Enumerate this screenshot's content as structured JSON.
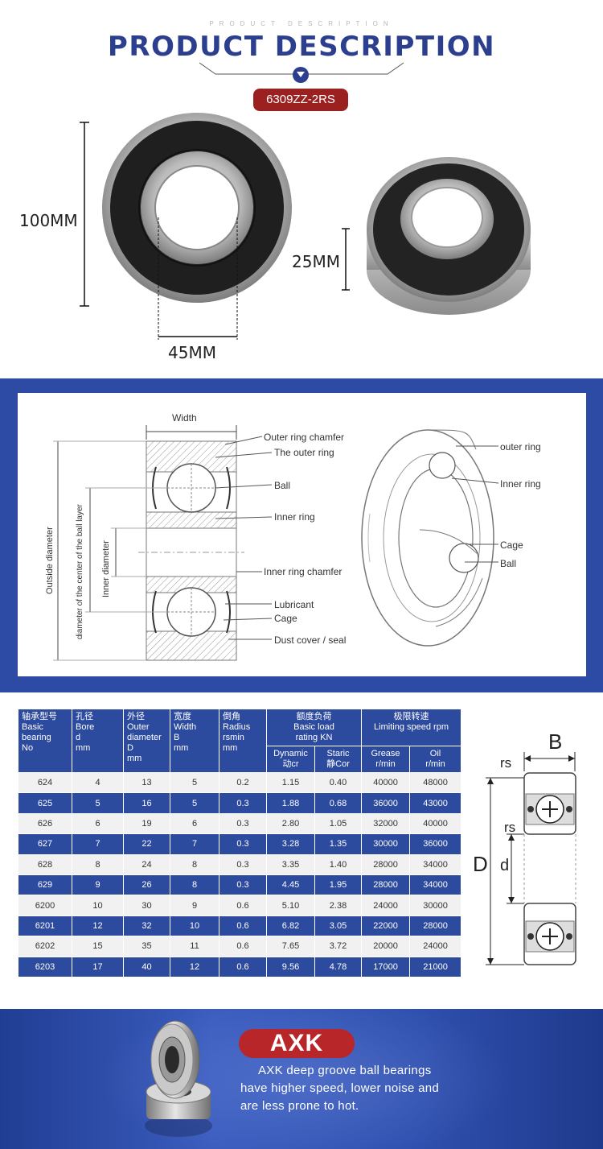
{
  "header": {
    "eyebrow": "PRODUCT DESCRIPTION",
    "title": "PRODUCT DESCRIPTION",
    "model": "6309ZZ-2RS"
  },
  "photo_dims": {
    "outer": "100MM",
    "bore": "45MM",
    "width": "25MM"
  },
  "diagram": {
    "width_label": "Width",
    "outside_diameter": "Outside diameter",
    "ball_center_diameter": "diameter of the center of the ball layer",
    "inner_diameter": "Inner diameter",
    "callouts_left": [
      "Outer ring chamfer",
      "The outer ring",
      "Ball",
      "Inner ring",
      "Inner ring chamfer",
      "Lubricant",
      "Cage",
      "Dust cover / seal"
    ],
    "callouts_right": [
      "outer ring",
      "Inner ring",
      "Cage",
      "Ball"
    ]
  },
  "table": {
    "headers": {
      "no": [
        "轴承型号",
        "Basic",
        "bearing",
        "No"
      ],
      "bore": [
        "孔径",
        "Bore",
        "d",
        "mm"
      ],
      "outer": [
        "外径",
        "Outer",
        "diameter",
        "D",
        "mm"
      ],
      "width": [
        "宽度",
        "Width",
        "B",
        "mm"
      ],
      "radius": [
        "倒角",
        "Radius",
        "rsmin",
        "mm"
      ],
      "load": [
        "额度负荷",
        "Basic load",
        "rating KN"
      ],
      "speed": [
        "极限转速",
        "Limiting speed rpm"
      ],
      "dynamic": [
        "Dynamic",
        "动cr"
      ],
      "static": [
        "Staric",
        "静Cor"
      ],
      "grease": [
        "Grease",
        "r/min"
      ],
      "oil": [
        "Oil",
        "r/min"
      ]
    },
    "rows": [
      [
        "624",
        "4",
        "13",
        "5",
        "0.2",
        "1.15",
        "0.40",
        "40000",
        "48000"
      ],
      [
        "625",
        "5",
        "16",
        "5",
        "0.3",
        "1.88",
        "0.68",
        "36000",
        "43000"
      ],
      [
        "626",
        "6",
        "19",
        "6",
        "0.3",
        "2.80",
        "1.05",
        "32000",
        "40000"
      ],
      [
        "627",
        "7",
        "22",
        "7",
        "0.3",
        "3.28",
        "1.35",
        "30000",
        "36000"
      ],
      [
        "628",
        "8",
        "24",
        "8",
        "0.3",
        "3.35",
        "1.40",
        "28000",
        "34000"
      ],
      [
        "629",
        "9",
        "26",
        "8",
        "0.3",
        "4.45",
        "1.95",
        "28000",
        "34000"
      ],
      [
        "6200",
        "10",
        "30",
        "9",
        "0.6",
        "5.10",
        "2.38",
        "24000",
        "30000"
      ],
      [
        "6201",
        "12",
        "32",
        "10",
        "0.6",
        "6.82",
        "3.05",
        "22000",
        "28000"
      ],
      [
        "6202",
        "15",
        "35",
        "11",
        "0.6",
        "7.65",
        "3.72",
        "20000",
        "24000"
      ],
      [
        "6203",
        "17",
        "40",
        "12",
        "0.6",
        "9.56",
        "4.78",
        "17000",
        "21000"
      ]
    ],
    "side_labels": {
      "B": "B",
      "rs_top": "rs",
      "rs_mid": "rs",
      "D": "D",
      "d": "d"
    }
  },
  "banner": {
    "brand": "AXK",
    "line1": "AXK   deep groove ball bearings",
    "line2": "have higher speed, lower noise and",
    "line3": "are less prone to hot."
  }
}
